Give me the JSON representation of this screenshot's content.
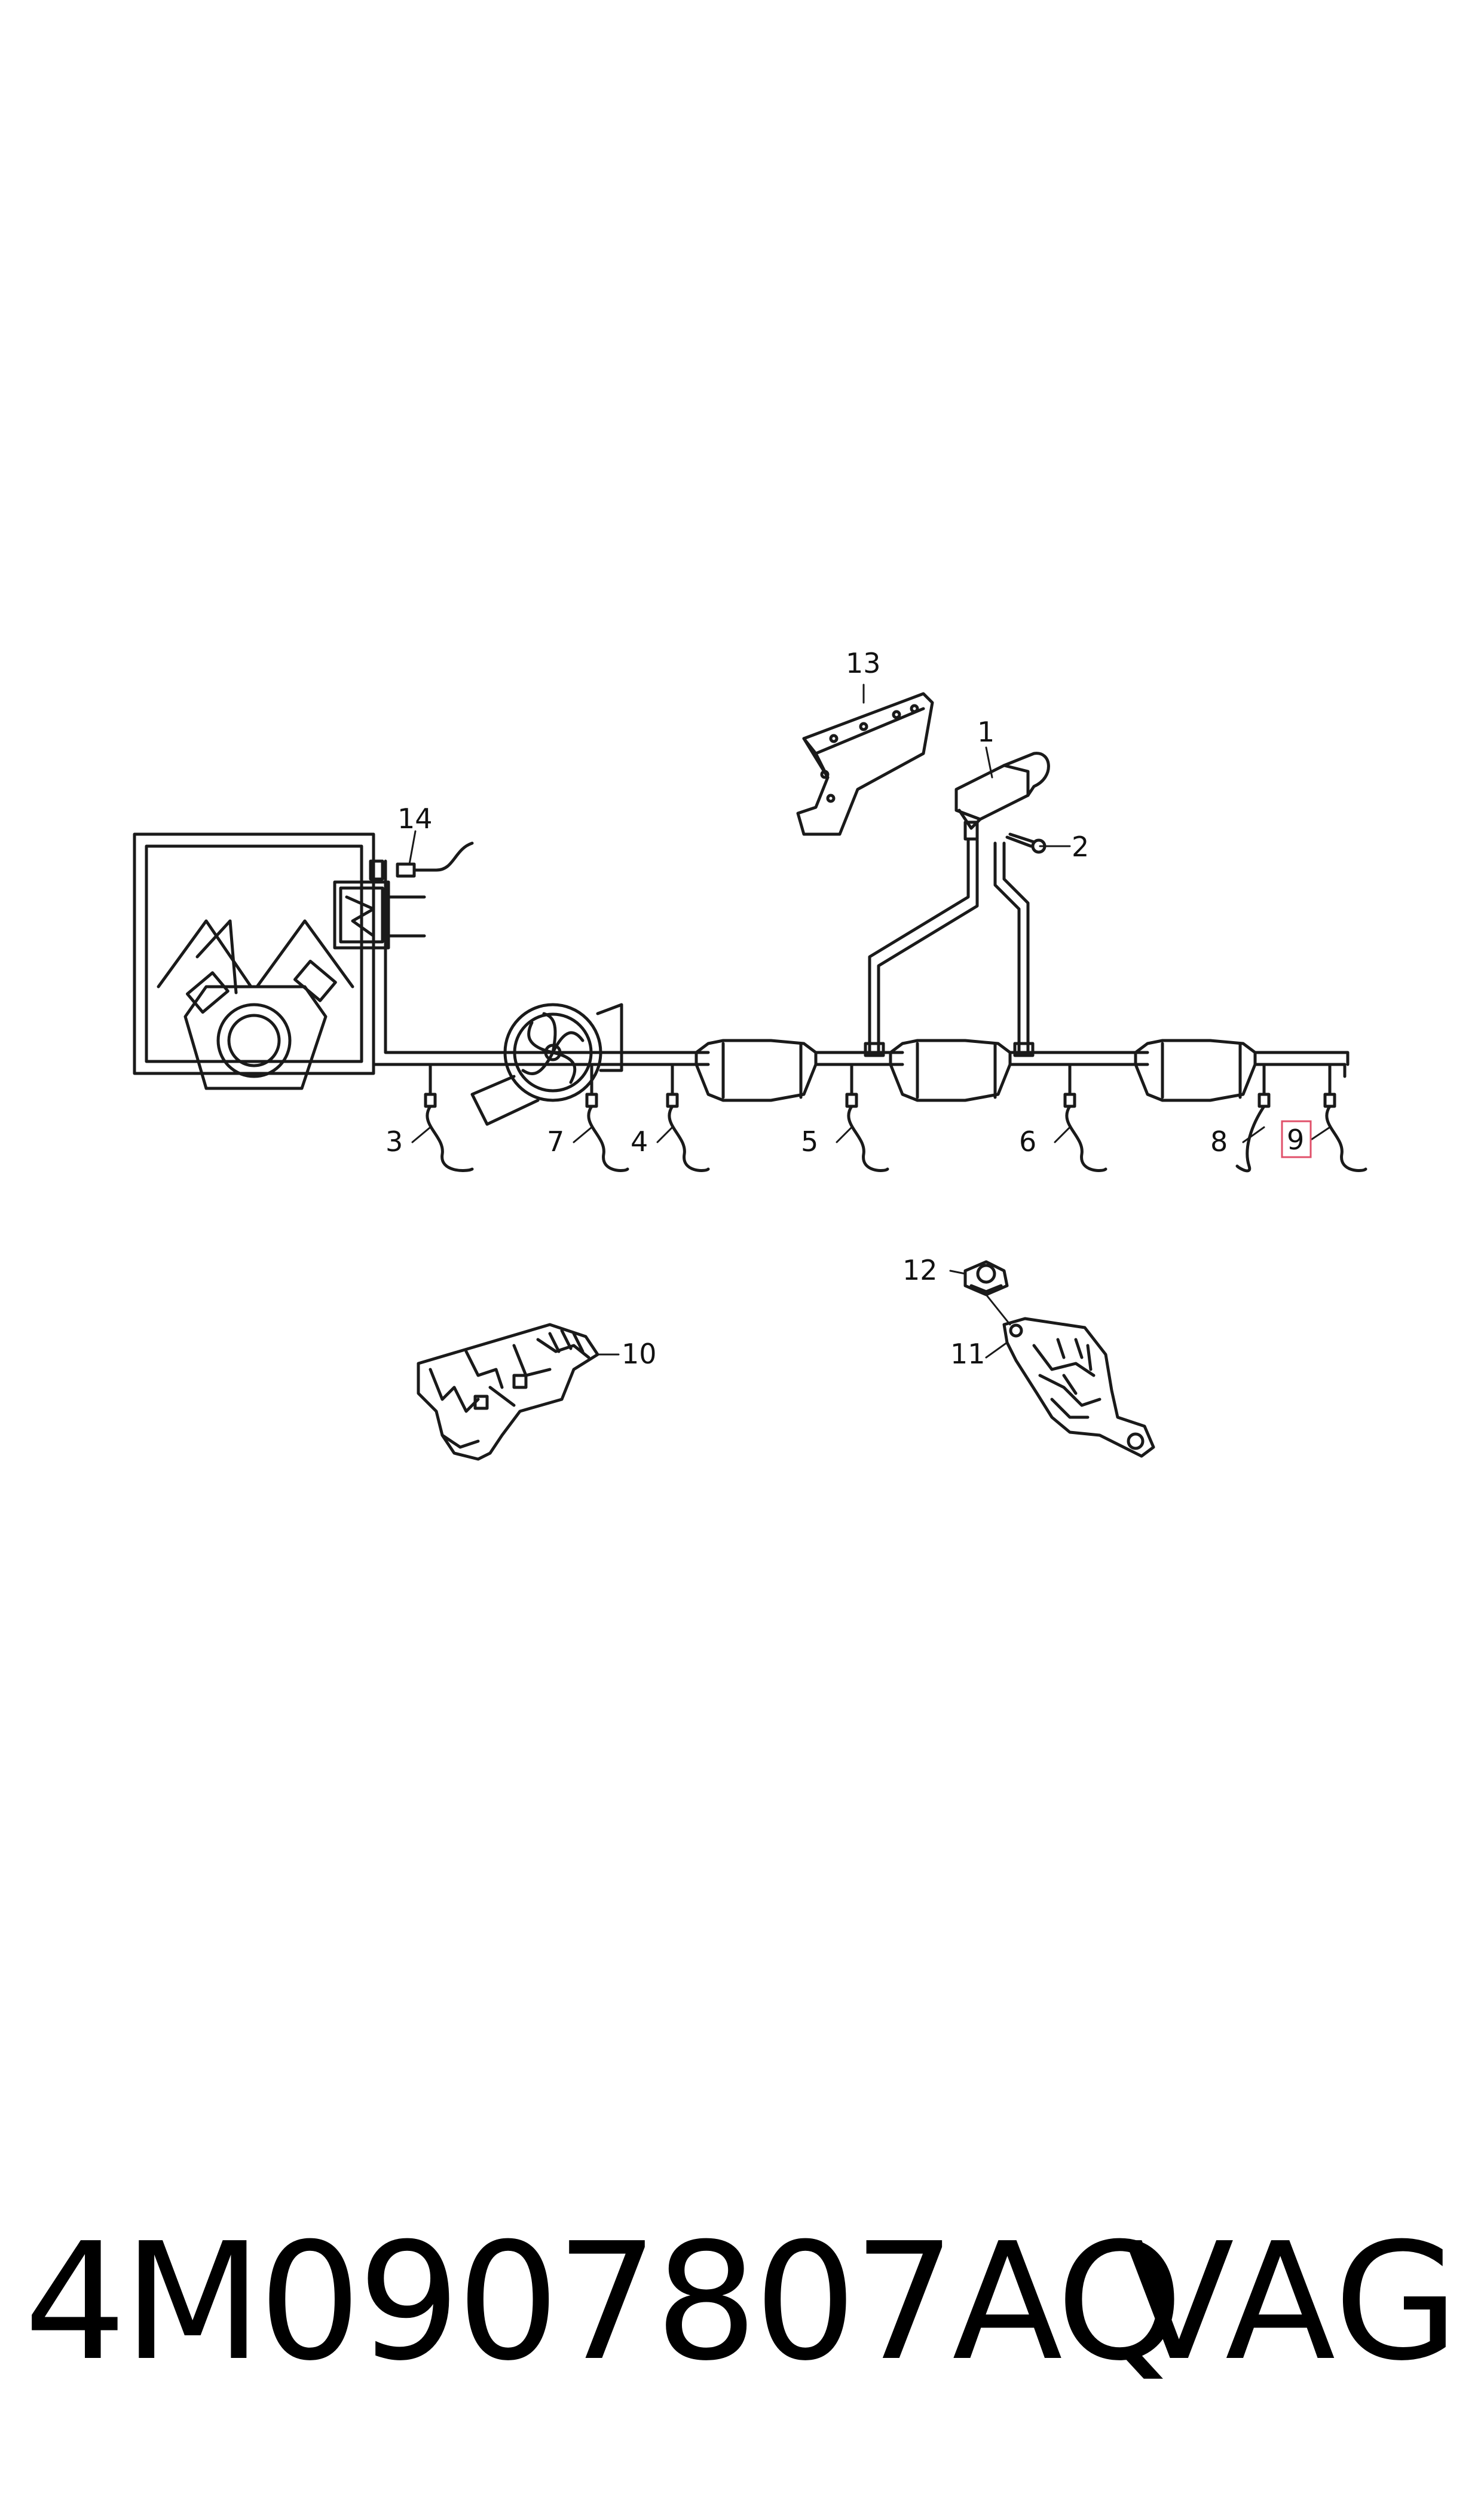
{
  "diagram": {
    "callouts": [
      {
        "id": "1",
        "label": "1"
      },
      {
        "id": "2",
        "label": "2"
      },
      {
        "id": "3",
        "label": "3"
      },
      {
        "id": "4",
        "label": "4"
      },
      {
        "id": "5",
        "label": "5"
      },
      {
        "id": "6",
        "label": "6"
      },
      {
        "id": "7",
        "label": "7"
      },
      {
        "id": "8",
        "label": "8"
      },
      {
        "id": "9",
        "label": "9",
        "highlighted": true
      },
      {
        "id": "10",
        "label": "10"
      },
      {
        "id": "11",
        "label": "11"
      },
      {
        "id": "12",
        "label": "12"
      },
      {
        "id": "13",
        "label": "13"
      },
      {
        "id": "14",
        "label": "14"
      }
    ],
    "highlight_color": "#e0506a",
    "line_color": "#1a1a1a"
  },
  "footer": {
    "part_number": "4M0907807AQ",
    "brand": "VAG"
  }
}
